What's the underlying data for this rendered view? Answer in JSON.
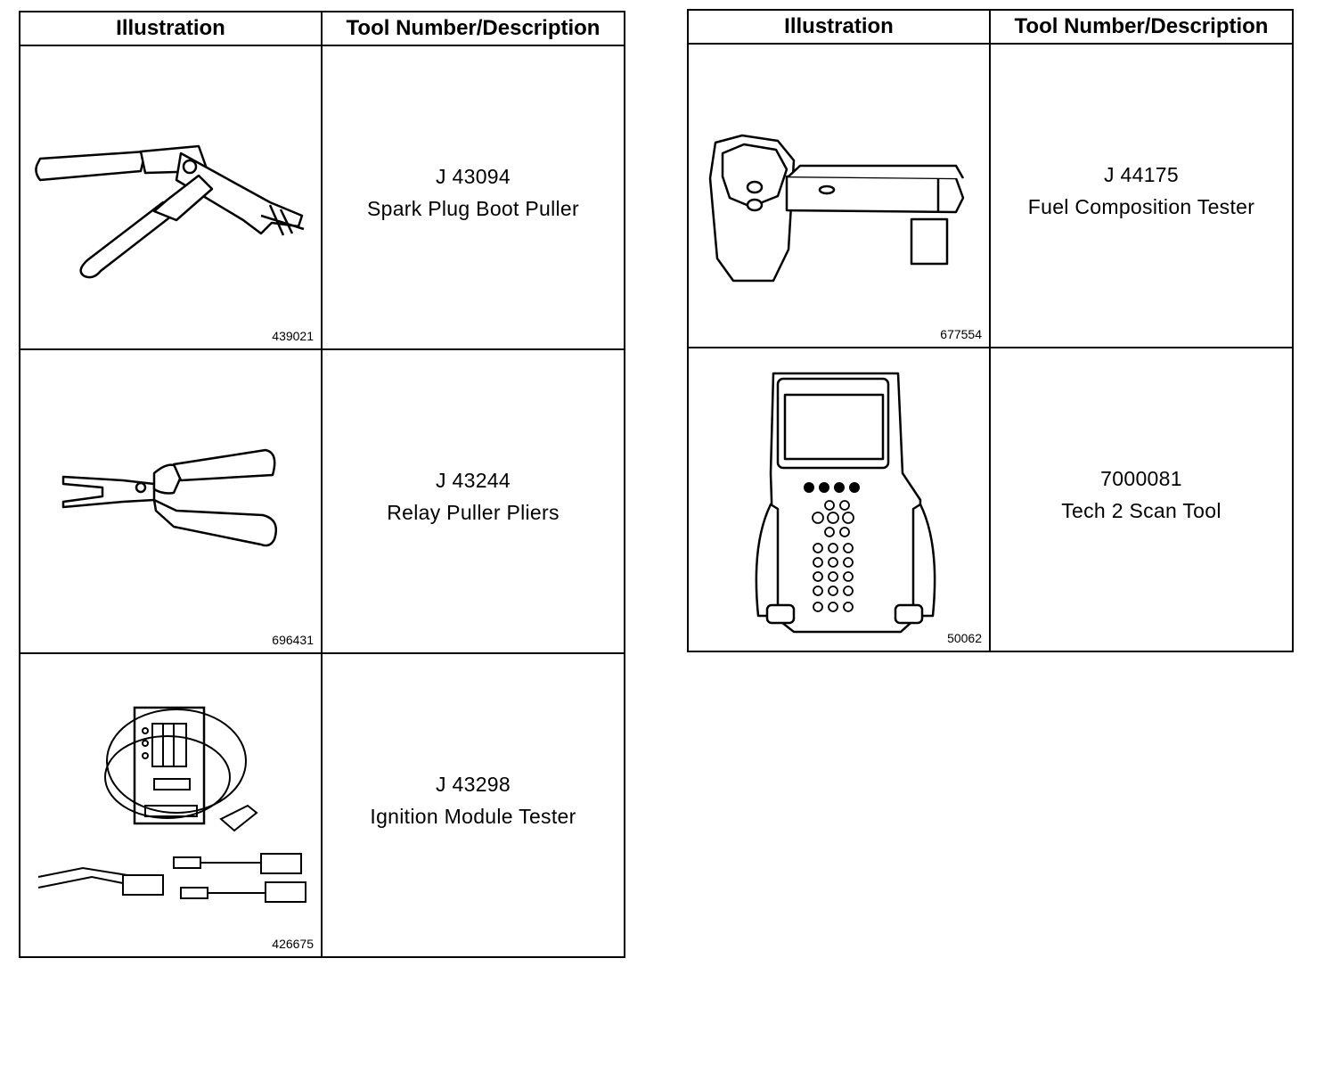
{
  "tables": [
    {
      "headers": {
        "illustration": "Illustration",
        "tool": "Tool Number/Description"
      },
      "rows": [
        {
          "figure_number": "439021",
          "tool_number": "J 43094",
          "description": "Spark Plug Boot Puller",
          "icon": "spark-plug-boot-puller-icon"
        },
        {
          "figure_number": "696431",
          "tool_number": "J 43244",
          "description": "Relay Puller Pliers",
          "icon": "relay-puller-pliers-icon"
        },
        {
          "figure_number": "426675",
          "tool_number": "J 43298",
          "description": "Ignition Module Tester",
          "icon": "ignition-module-tester-icon"
        }
      ]
    },
    {
      "headers": {
        "illustration": "Illustration",
        "tool": "Tool Number/Description"
      },
      "rows": [
        {
          "figure_number": "677554",
          "tool_number": "J 44175",
          "description": "Fuel Composition Tester",
          "icon": "fuel-composition-tester-icon"
        },
        {
          "figure_number": "50062",
          "tool_number": "7000081",
          "description": "Tech 2 Scan Tool",
          "icon": "tech2-scan-tool-icon"
        }
      ]
    }
  ]
}
